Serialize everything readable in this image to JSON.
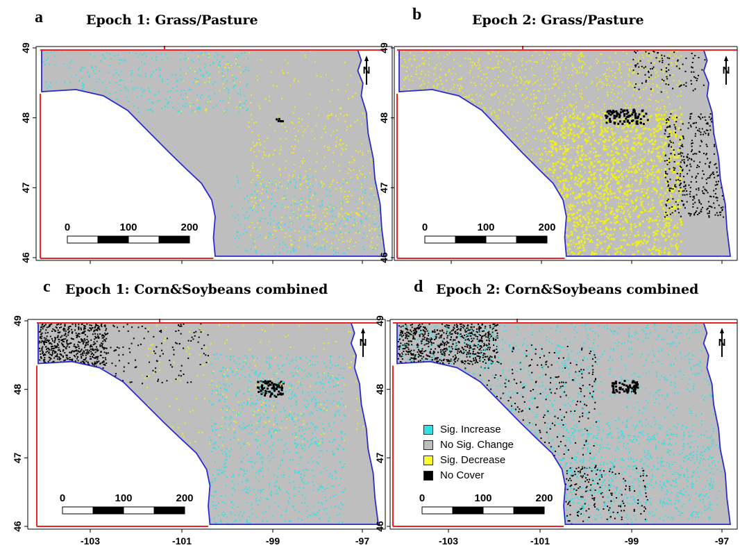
{
  "panels": [
    {
      "letter": "a",
      "title": "Epoch 1: Grass/Pasture"
    },
    {
      "letter": "b",
      "title": "Epoch 2: Grass/Pasture"
    },
    {
      "letter": "c",
      "title": "Epoch 1: Corn&Soybeans combined"
    },
    {
      "letter": "d",
      "title": "Epoch 2: Corn&Soybeans combined"
    }
  ],
  "y_ticks": [
    "46",
    "47",
    "48",
    "49"
  ],
  "x_ticks": [
    "-103",
    "-101",
    "-99",
    "-97"
  ],
  "scale_bar": {
    "labels": [
      "0",
      "100",
      "200"
    ]
  },
  "north_arrow": {
    "label": "N"
  },
  "legend": {
    "items": [
      {
        "label": "Sig. Increase",
        "color": "#33e0e6"
      },
      {
        "label": "No Sig. Change",
        "color": "#bebebe"
      },
      {
        "label": "Sig. Decrease",
        "color": "#ffff33"
      },
      {
        "label": "No Cover",
        "color": "#000000"
      }
    ]
  },
  "colors": {
    "region": "#bebebe",
    "boundary": "#2a2ad0",
    "frame": "#ee2222",
    "increase": "#33e0e6",
    "decrease": "#eeee22",
    "nocover": "#000000"
  }
}
